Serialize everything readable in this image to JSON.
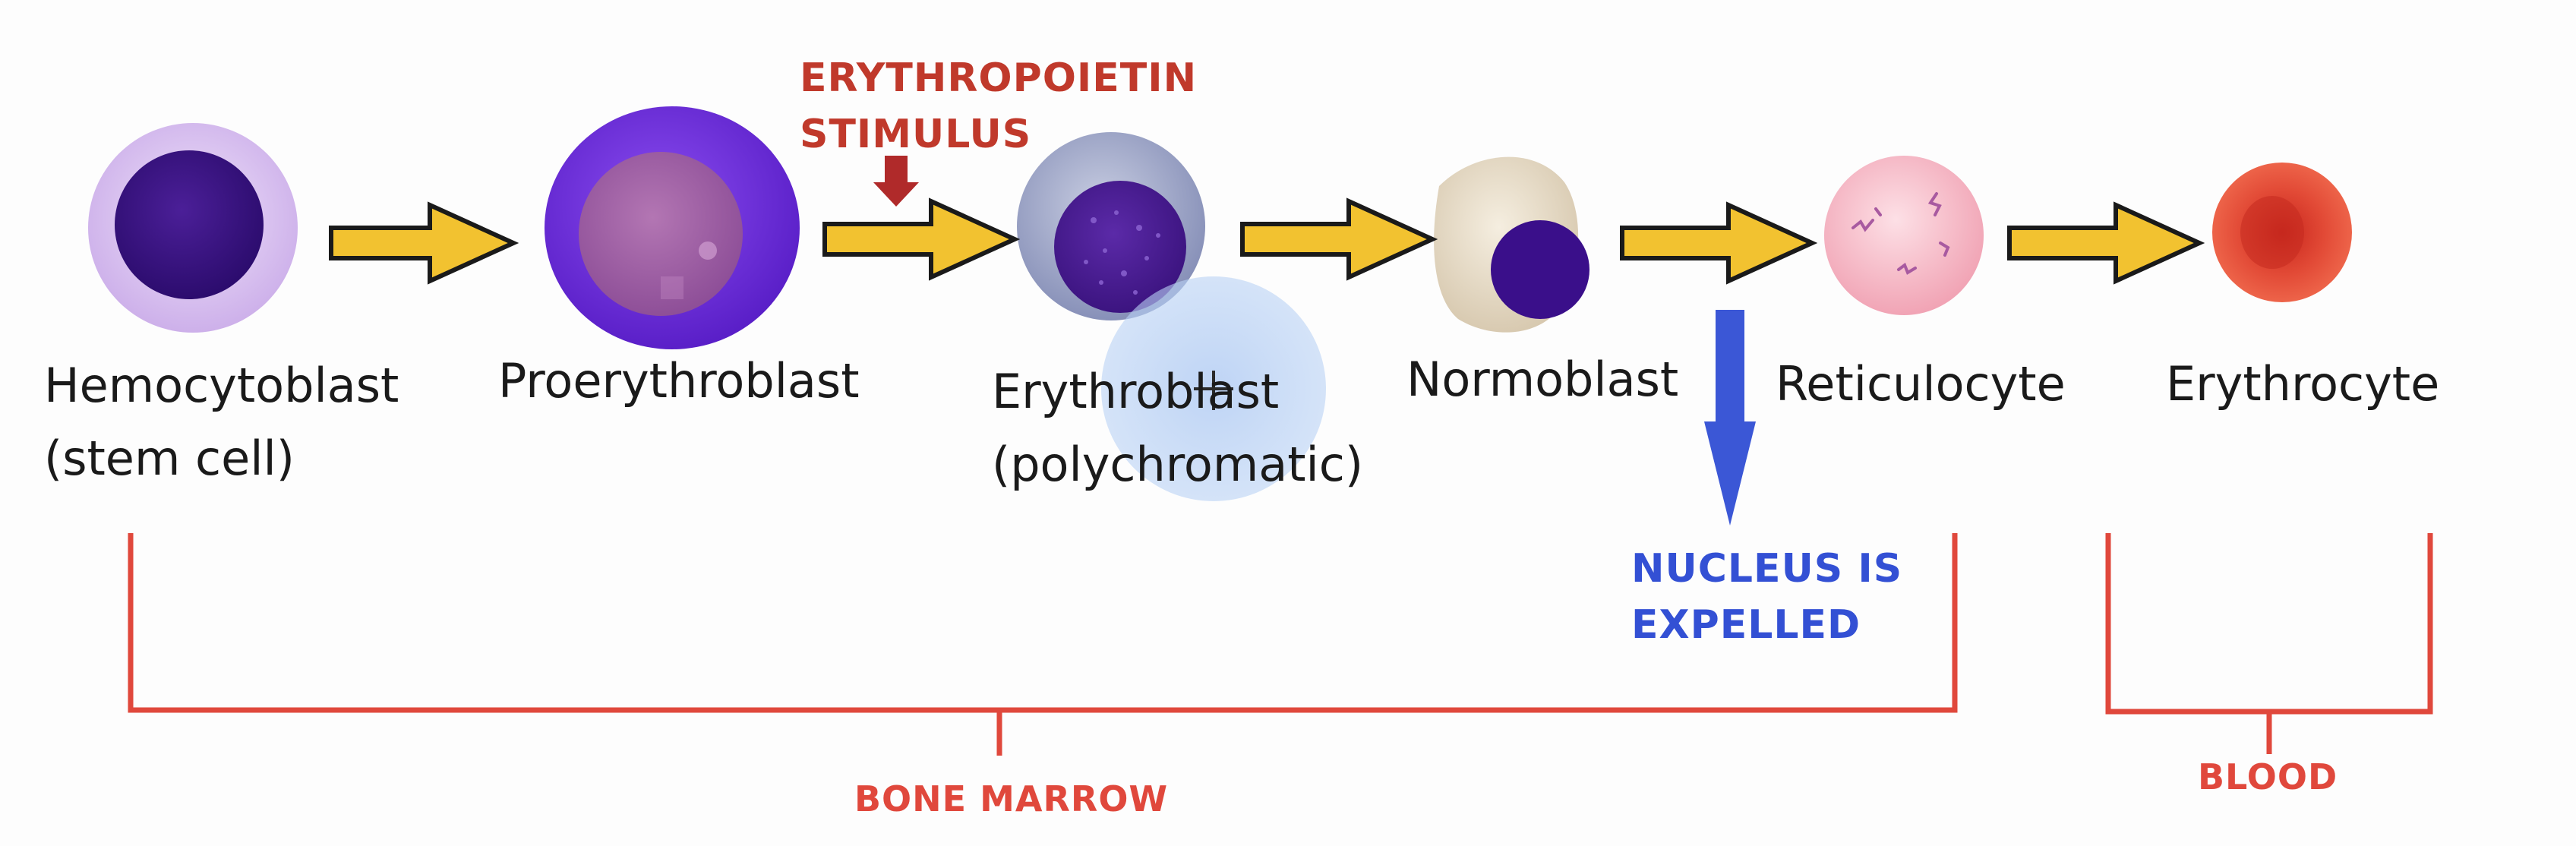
{
  "cells": [
    {
      "name": "Hemocytoblast",
      "subtitle": "(stem cell)"
    },
    {
      "name": "Proerythroblast",
      "subtitle": ""
    },
    {
      "name": "Erythroblast",
      "subtitle": "(polychromatic)"
    },
    {
      "name": "Normoblast",
      "subtitle": ""
    },
    {
      "name": "Reticulocyte",
      "subtitle": ""
    },
    {
      "name": "Erythrocyte",
      "subtitle": ""
    }
  ],
  "annotations": {
    "stimulus_line1": "ERYTHROPOIETIN",
    "stimulus_line2": "STIMULUS",
    "nucleus_line1": "NUCLEUS IS",
    "nucleus_line2": "EXPELLED"
  },
  "regions": {
    "bone_marrow": "BONE MARROW",
    "blood": "BLOOD"
  },
  "colors": {
    "flow_arrow": "#f2c230",
    "stimulus_arrow": "#b02a2a",
    "expel_arrow": "#3b57d6",
    "bracket": "#e0483c",
    "stimulus_text": "#c0392b",
    "expel_text": "#3350d4"
  }
}
